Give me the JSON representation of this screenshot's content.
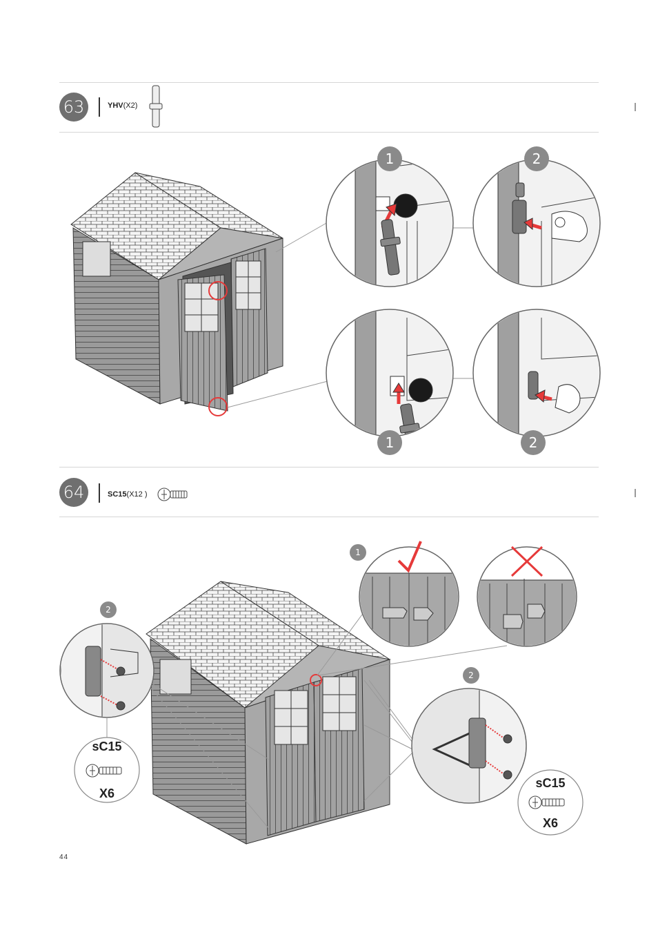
{
  "steps": [
    {
      "number": "63",
      "part_code": "YHV",
      "part_qty": "(X2)"
    },
    {
      "number": "64",
      "part_code": "SC15",
      "part_qty": "(X12 )"
    }
  ],
  "step63": {
    "callouts": [
      "1",
      "2",
      "1",
      "2"
    ]
  },
  "step64": {
    "callouts": [
      "1",
      "2",
      "2"
    ],
    "left_label": {
      "code": "sC15",
      "qty": "X6"
    },
    "right_label": {
      "code": "sC15",
      "qty": "X6"
    }
  },
  "page_number": "44",
  "colors": {
    "accent": "#e63a3a",
    "badge": "#6f6f6f",
    "callout": "#8a8a8a",
    "check": "#e63a3a"
  }
}
